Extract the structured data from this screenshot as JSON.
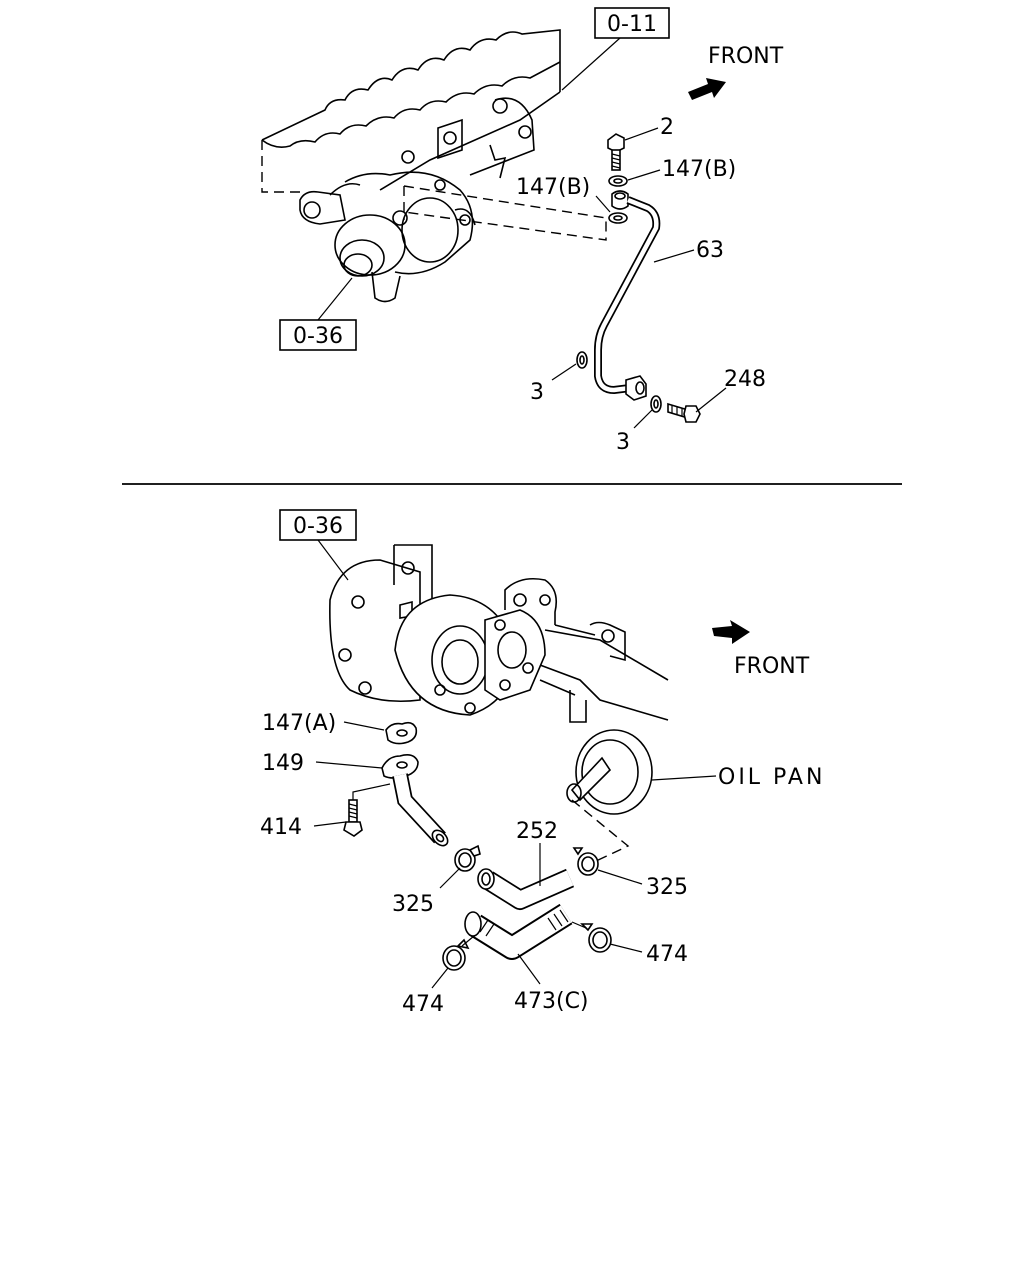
{
  "top": {
    "ref_box_1": "0-11",
    "ref_box_2": "0-36",
    "front": "FRONT",
    "callouts": {
      "c2": "2",
      "c147b_right": "147(B)",
      "c147b_left": "147(B)",
      "c63": "63",
      "c3_upper": "3",
      "c3_lower": "3",
      "c248": "248"
    }
  },
  "bottom": {
    "ref_box": "0-36",
    "front": "FRONT",
    "oil_pan": "OIL PAN",
    "callouts": {
      "c147a": "147(A)",
      "c149": "149",
      "c414": "414",
      "c325_left": "325",
      "c252": "252",
      "c325_right": "325",
      "c474_left": "474",
      "c473c": "473(C)",
      "c474_right": "474"
    }
  }
}
